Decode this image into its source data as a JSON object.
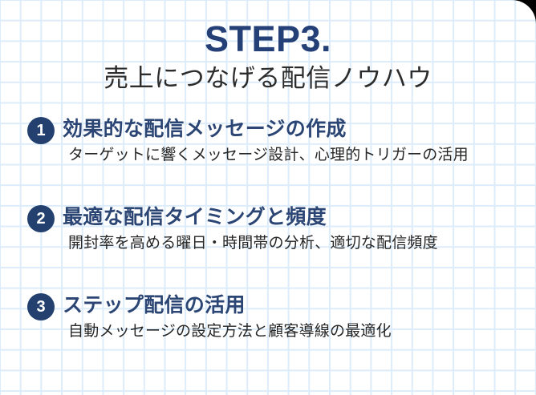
{
  "slide": {
    "title": "STEP3.",
    "subtitle": "売上につなげる配信ノウハウ",
    "title_color": "#254077",
    "subtitle_color": "#2c2c2c",
    "badge_color": "#23406f",
    "heading_color": "#2b4574",
    "grid_line_color": "#dcecfa",
    "background_color": "#ffffff",
    "items": [
      {
        "number": "1",
        "heading": "効果的な配信メッセージの作成",
        "description": "ターゲットに響くメッセージ設計、心理的トリガーの活用"
      },
      {
        "number": "2",
        "heading": "最適な配信タイミングと頻度",
        "description": "開封率を高める曜日・時間帯の分析、適切な配信頻度"
      },
      {
        "number": "3",
        "heading": "ステップ配信の活用",
        "description": "自動メッセージの設定方法と顧客導線の最適化"
      }
    ]
  }
}
